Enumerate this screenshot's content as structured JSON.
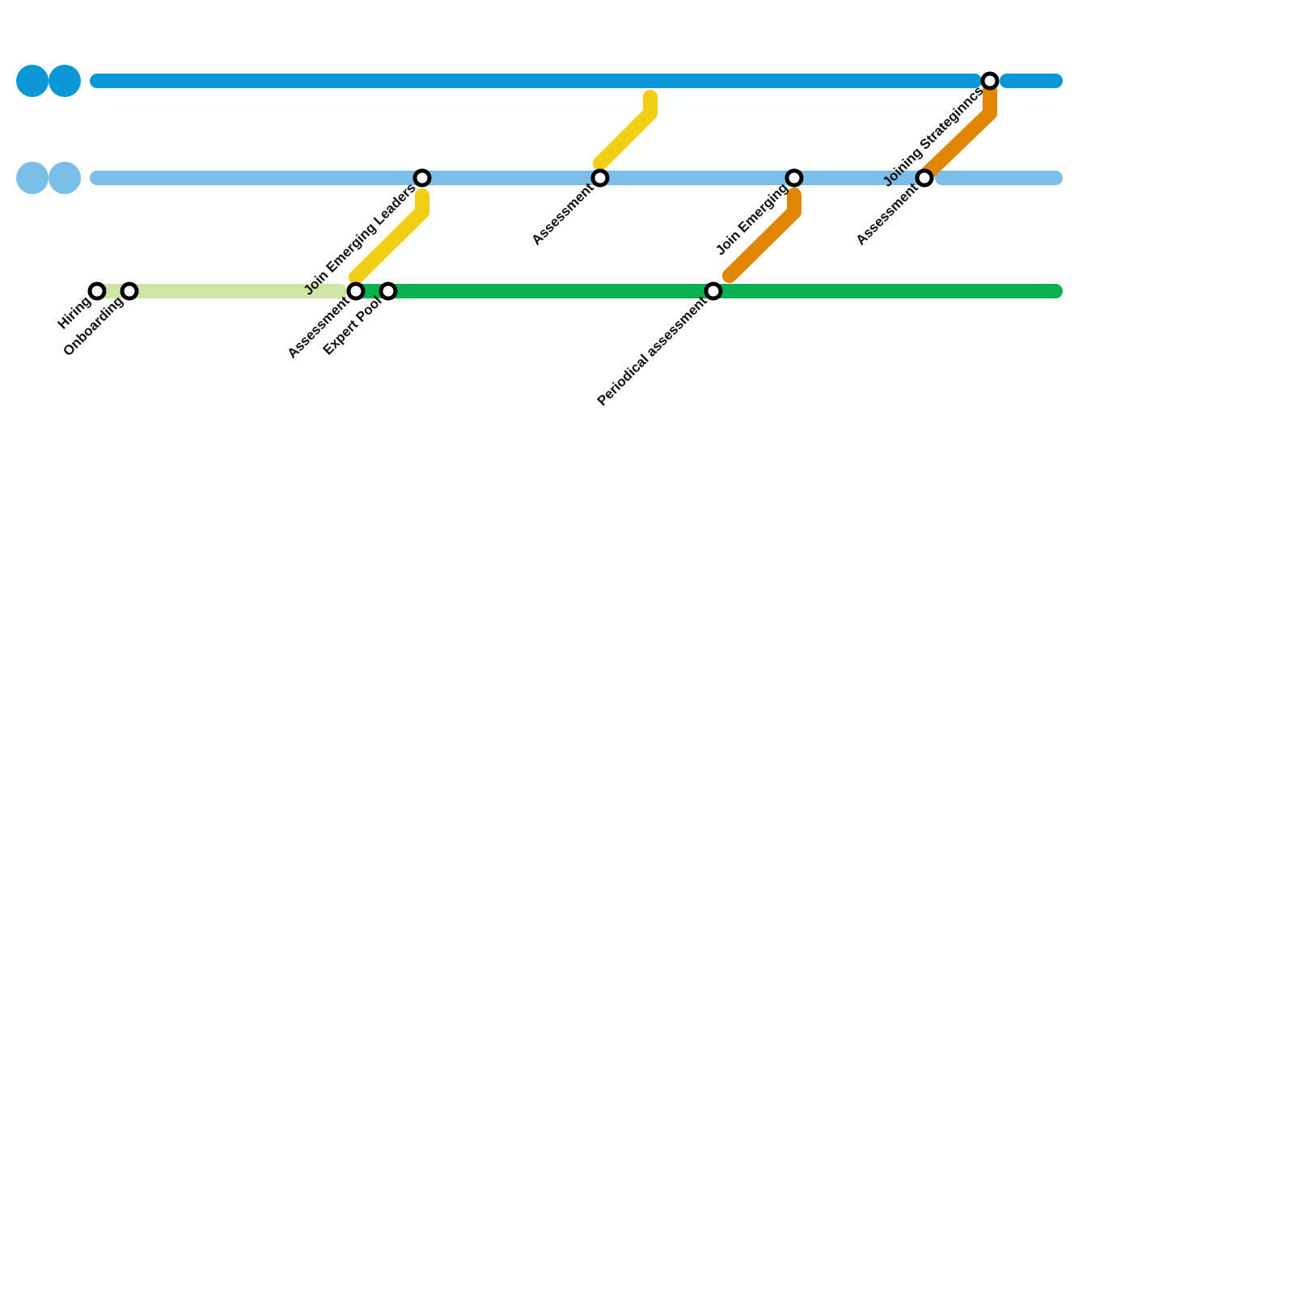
{
  "colors": {
    "blue_dark": "#0B96D6",
    "blue_light": "#7BBEE8",
    "green_light": "#CFE5A8",
    "green": "#08B150",
    "yellow": "#F2CF15",
    "orange": "#E08600"
  },
  "stations": {
    "hiring": "Hiring",
    "onboarding": "Onboarding",
    "assessment_1": "Assessment",
    "expert_pool": "Expert Pool",
    "join_emerging_leaders": "Join Emerging Leaders",
    "assessment_2": "Assessment",
    "periodical_assessment": "Periodical assessment",
    "join_emerging": "Join Emerging",
    "assessment_3": "Assessment",
    "joining_strategic": "Joining Strateginncs"
  }
}
